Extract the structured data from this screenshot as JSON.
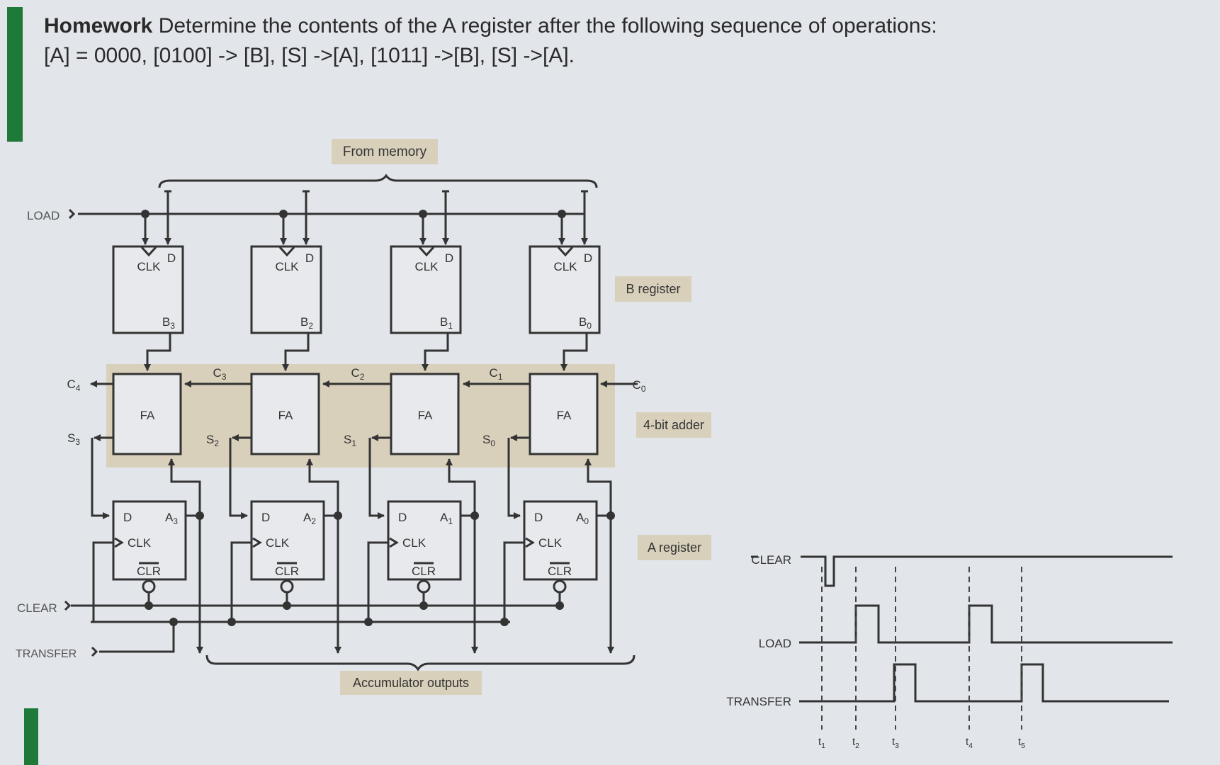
{
  "header": {
    "title_bold": "Homework",
    "title_rest": " Determine the contents of the A register after the following sequence of operations:",
    "sequence": "[A] = 0000, [0100] -> [B], [S] ->[A], [1011] ->[B], [S] ->[A]."
  },
  "labels": {
    "from_memory": "From memory",
    "b_register": "B register",
    "adder": "4-bit adder",
    "a_register": "A register",
    "acc_outputs": "Accumulator outputs",
    "load": "LOAD",
    "clear": "CLEAR",
    "transfer": "TRANSFER",
    "c4": "C4",
    "s3": "S3",
    "c0": "C0"
  },
  "bits": [
    {
      "b": "B3",
      "a": "A3",
      "s": "S3",
      "c": "C3"
    },
    {
      "b": "B2",
      "a": "A2",
      "s": "S2",
      "c": "C2"
    },
    {
      "b": "B1",
      "a": "A1",
      "s": "S1",
      "c": "C1"
    },
    {
      "b": "B0",
      "a": "A0",
      "s": "S0",
      "c": "C0"
    }
  ],
  "block": {
    "clk": "CLK",
    "d": "D",
    "fa": "FA",
    "clr": "CLR"
  },
  "timing": {
    "signals": [
      "CLEAR",
      "LOAD",
      "TRANSFER"
    ],
    "times": [
      "t1",
      "t2",
      "t3",
      "t4",
      "t5"
    ]
  }
}
